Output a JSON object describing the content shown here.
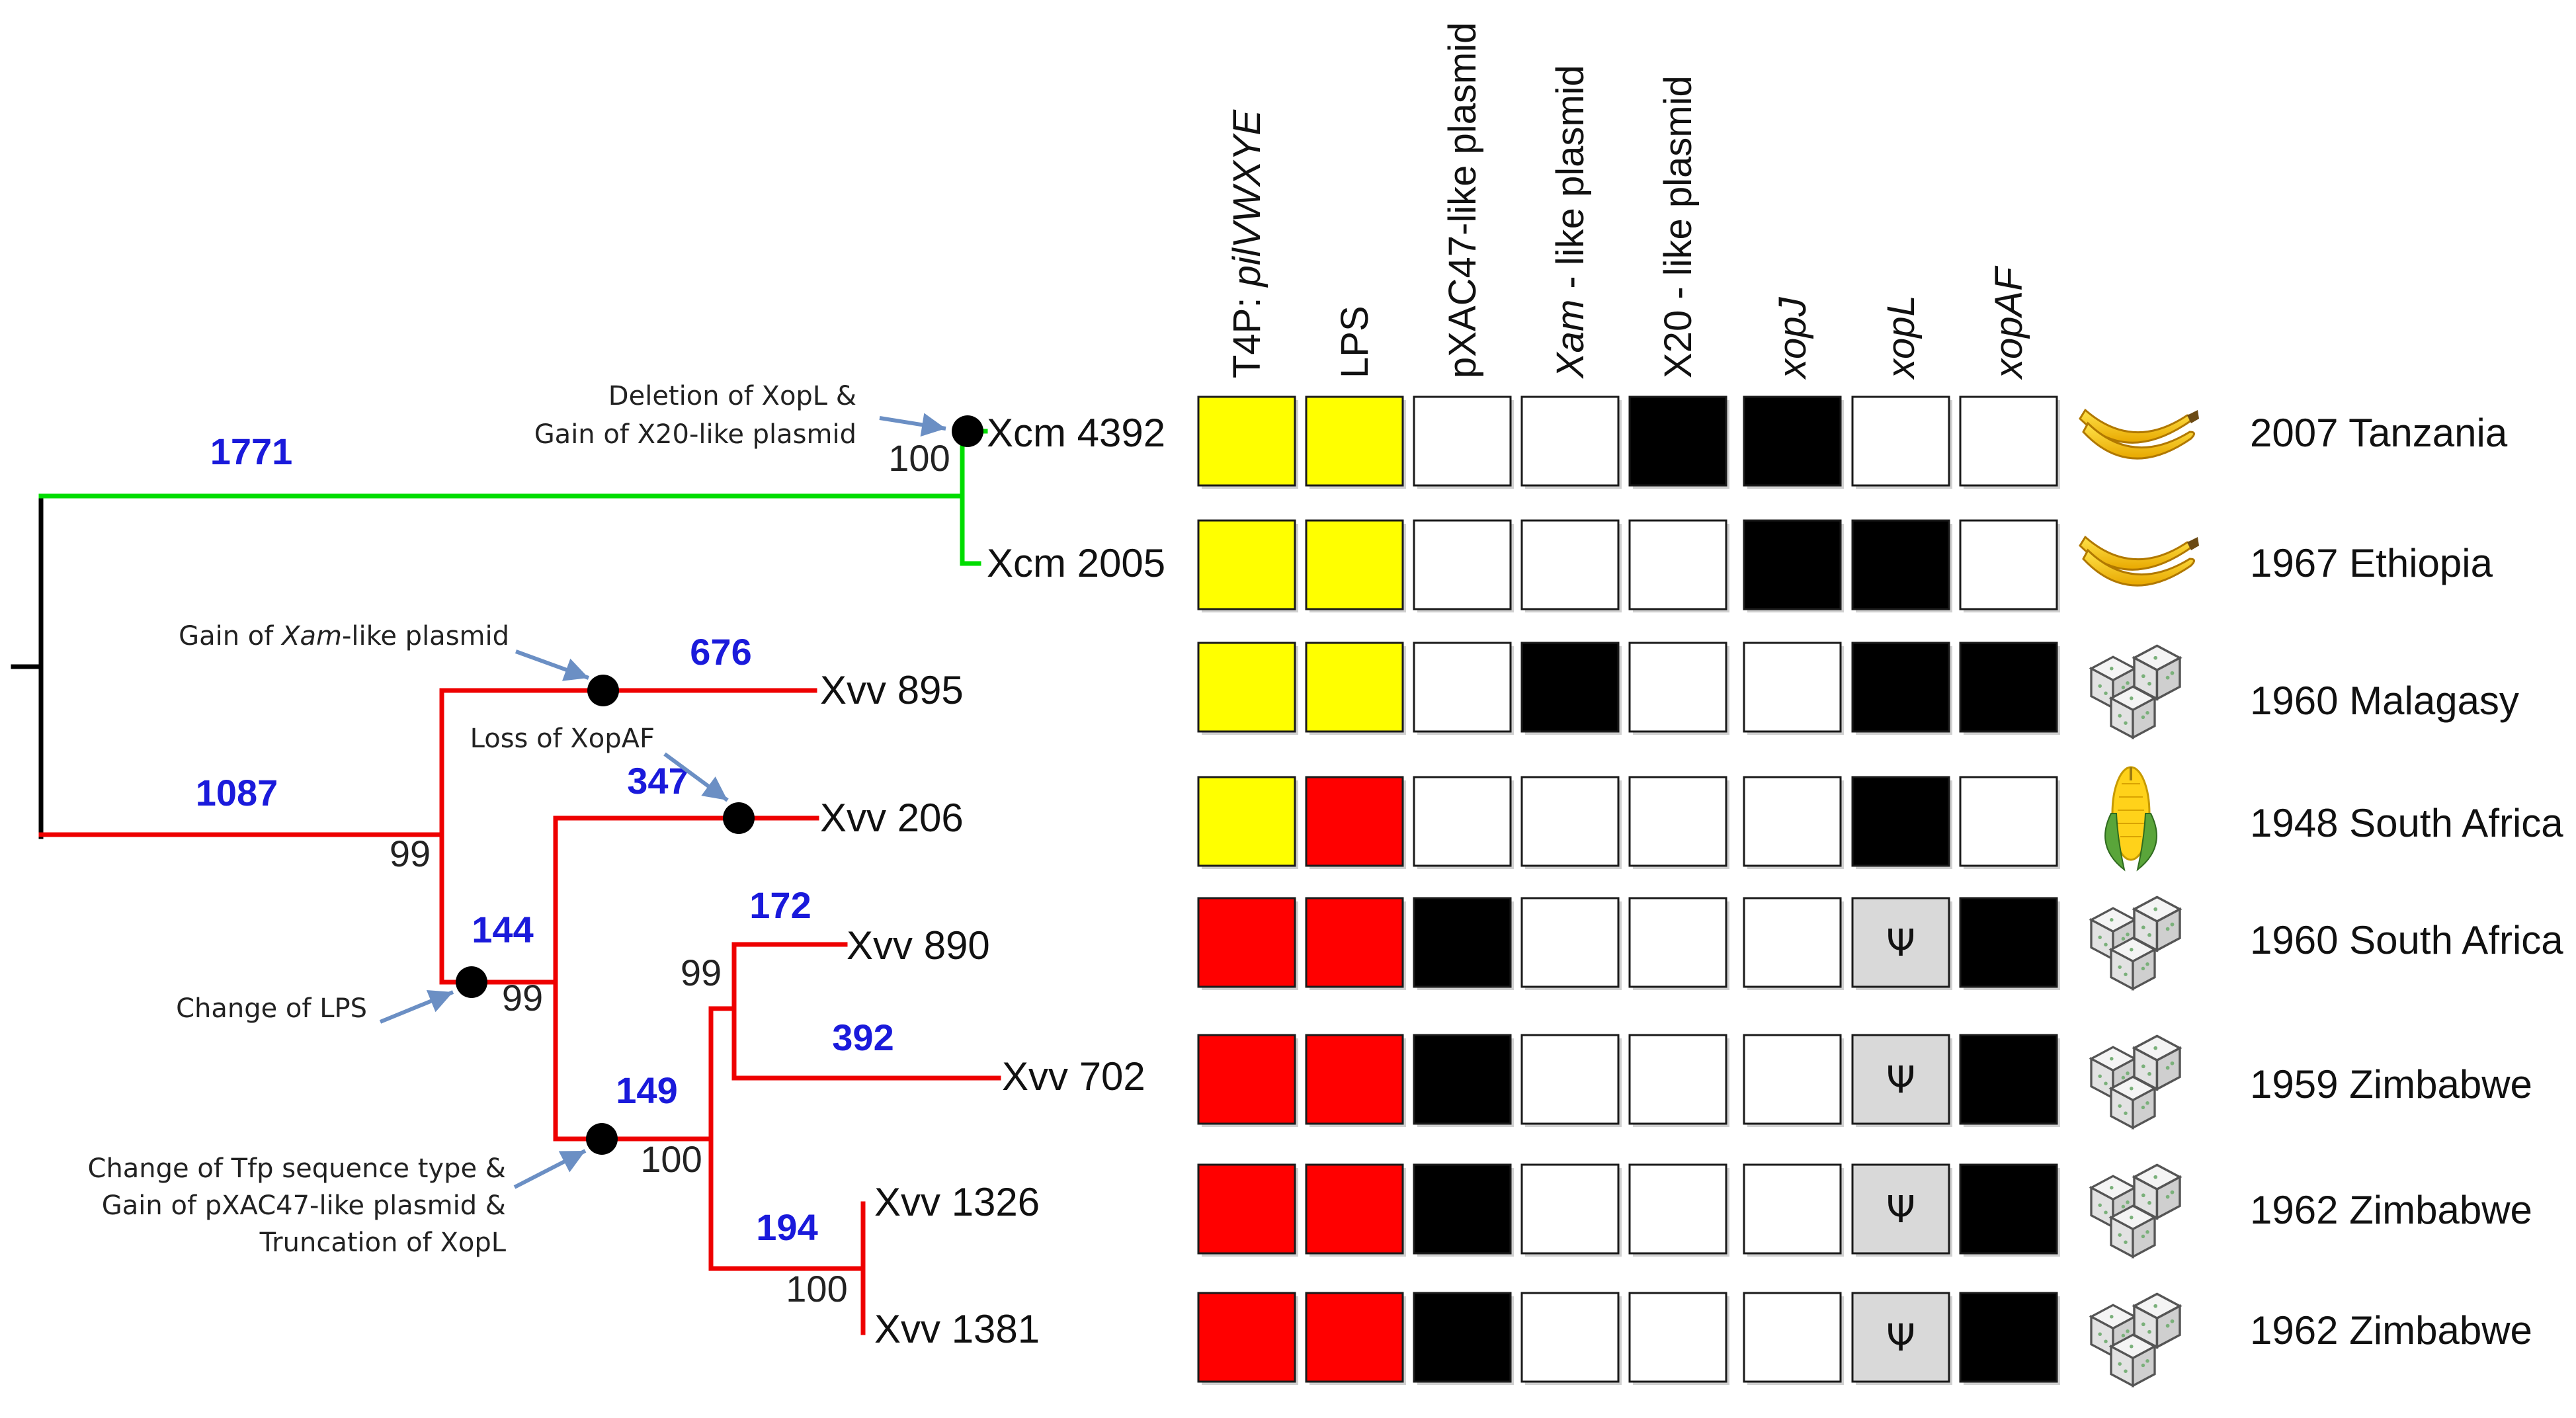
{
  "tree": {
    "branch_lengths": [
      "1771",
      "1087",
      "676",
      "347",
      "144",
      "149",
      "172",
      "392",
      "194"
    ],
    "bootstraps": [
      "100",
      "99",
      "99",
      "99",
      "100",
      "100"
    ],
    "taxa": [
      "Xcm 4392",
      "Xcm 2005",
      "Xvv 895",
      "Xvv 206",
      "Xvv 890",
      "Xvv 702",
      "Xvv 1326",
      "Xvv 1381"
    ],
    "events": [
      [
        "Deletion of XopL &",
        "Gain of X20-like plasmid"
      ],
      [
        "Gain of Xam-like plasmid"
      ],
      [
        "Loss of XopAF"
      ],
      [
        "Change of LPS"
      ],
      [
        "Change of Tfp sequence type &",
        "Gain of pXAC47-like plasmid &",
        "Truncation of XopL"
      ]
    ],
    "colors": {
      "musaceae_clade": "#00dd00",
      "vasculorum_clade": "#ee0000",
      "branch_length_text": "#1a1adb",
      "event_arrow": "#6b8fc4"
    }
  },
  "matrix": {
    "columns": [
      "T4P: pilVWXYE",
      "LPS",
      "pXAC47-like plasmid",
      "Xam - like plasmid",
      "X20 - like plasmid",
      "xopJ",
      "xopL",
      "xopAF"
    ],
    "rows": [
      [
        "Y",
        "Y",
        "W",
        "W",
        "B",
        "B",
        "W",
        "W"
      ],
      [
        "Y",
        "Y",
        "W",
        "W",
        "W",
        "B",
        "B",
        "W"
      ],
      [
        "Y",
        "Y",
        "W",
        "B",
        "W",
        "W",
        "B",
        "B"
      ],
      [
        "Y",
        "R",
        "W",
        "W",
        "W",
        "W",
        "B",
        "W"
      ],
      [
        "R",
        "R",
        "B",
        "W",
        "W",
        "W",
        "P",
        "B"
      ],
      [
        "R",
        "R",
        "B",
        "W",
        "W",
        "W",
        "P",
        "B"
      ],
      [
        "R",
        "R",
        "B",
        "W",
        "W",
        "W",
        "P",
        "B"
      ],
      [
        "R",
        "R",
        "B",
        "W",
        "W",
        "W",
        "P",
        "B"
      ]
    ],
    "pseudogene_symbol": "Ψ",
    "colors": {
      "Y": "#ffff00",
      "R": "#ff0000",
      "B": "#000000",
      "W": "#ffffff",
      "P": "#d9d9d9"
    }
  },
  "hosts": [
    "banana-icon",
    "banana-icon",
    "sugarcane-icon",
    "maize-icon",
    "sugarcane-icon",
    "sugarcane-icon",
    "sugarcane-icon",
    "sugarcane-icon"
  ],
  "origins": [
    "2007 Tanzania",
    "1967 Ethiopia",
    "1960 Malagasy",
    "1948 South Africa",
    "1960 South Africa",
    "1959 Zimbabwe",
    "1962 Zimbabwe",
    "1962 Zimbabwe"
  ]
}
